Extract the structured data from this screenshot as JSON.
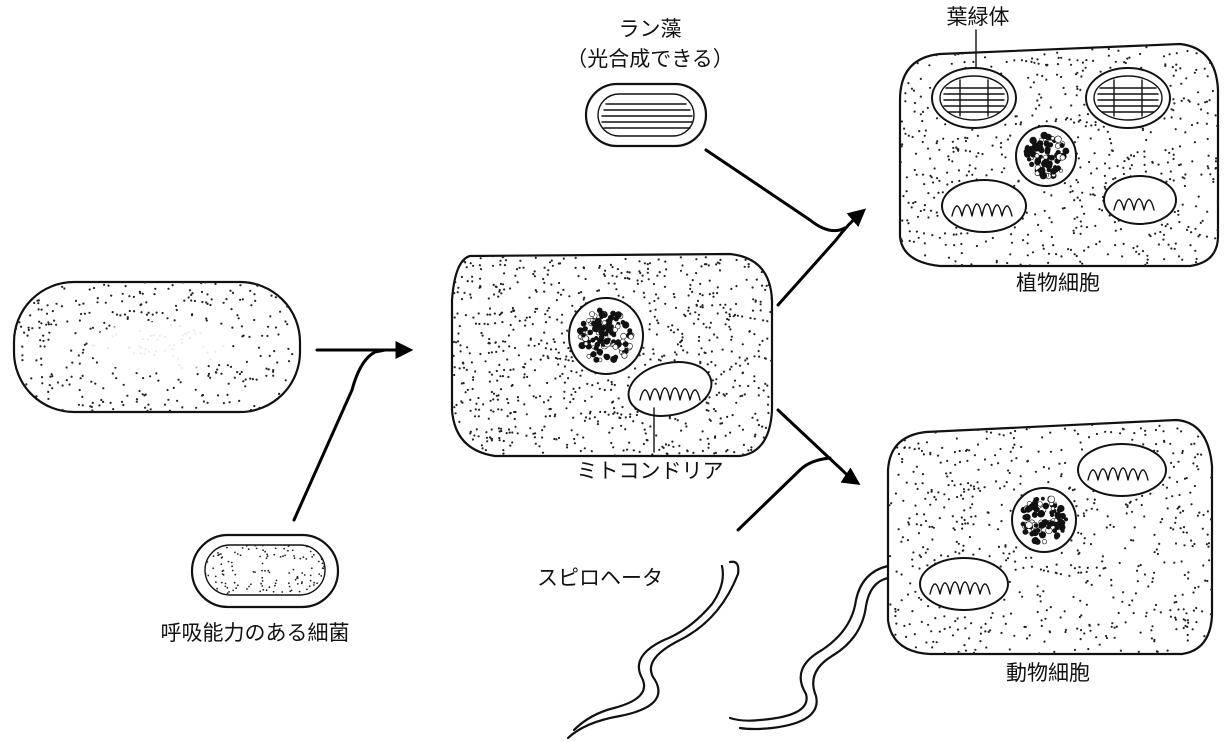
{
  "labels": {
    "cyanobacteria_line1": "ラン藻",
    "cyanobacteria_line2": "（光合成できる）",
    "chloroplast": "葉緑体",
    "plant_cell": "植物細胞",
    "mitochondria": "ミトコンドリア",
    "spirochete": "スピロヘータ",
    "respiring_bacterium": "呼吸能力のある細菌",
    "animal_cell": "動物細胞"
  }
}
